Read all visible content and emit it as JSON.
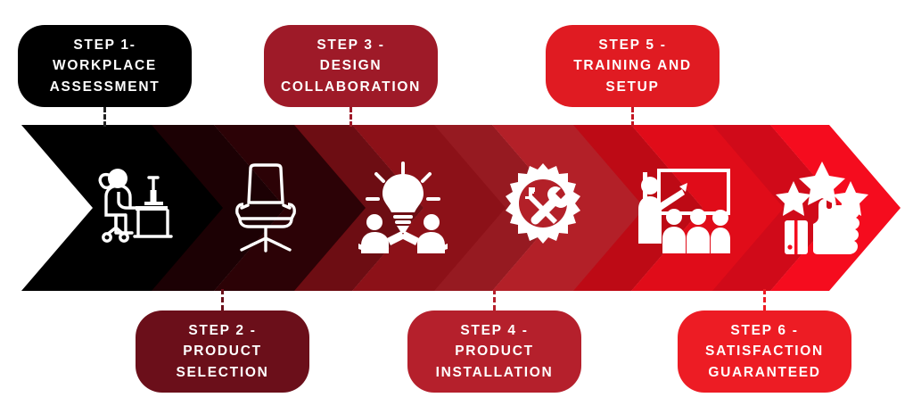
{
  "title": "Six Step Process Arrow Infographic",
  "band": {
    "description": "Six-segment chevron arrow ribbon progressing from black to bright red",
    "segment_colors": [
      "#000000",
      "#2c0206",
      "#8c1118",
      "#b32028",
      "#e00c19",
      "#f50c1e"
    ],
    "shadow_colors": [
      "#000000",
      "#1c0104",
      "#6d0d13",
      "#961a21",
      "#bd0a15",
      "#d00a19"
    ]
  },
  "steps": [
    {
      "number": "1",
      "lines": [
        "STEP 1-",
        "WORKPLACE",
        "ASSESSMENT"
      ],
      "position": "top",
      "badge_color": "#000000",
      "connector_color": "#222222",
      "icon": "person-at-desk-icon",
      "icon_label": "Person working at desk with monitor"
    },
    {
      "number": "2",
      "lines": [
        "STEP 2 -",
        "PRODUCT",
        "SELECTION"
      ],
      "position": "bottom",
      "badge_color": "#6b0f1a",
      "connector_color": "#6b0f1a",
      "icon": "office-chair-icon",
      "icon_label": "Ergonomic office chair"
    },
    {
      "number": "3",
      "lines": [
        "STEP 3 -",
        "DESIGN",
        "COLLABORATION"
      ],
      "position": "top",
      "badge_color": "#9e1a28",
      "connector_color": "#9e1a28",
      "icon": "lightbulb-teamwork-icon",
      "icon_label": "Two people collaborating under a lightbulb"
    },
    {
      "number": "4",
      "lines": [
        "STEP 4 -",
        "PRODUCT",
        "INSTALLATION"
      ],
      "position": "bottom",
      "badge_color": "#b5202c",
      "connector_color": "#b5202c",
      "icon": "gear-tools-icon",
      "icon_label": "Gear with crossed screwdriver and wrench"
    },
    {
      "number": "5",
      "lines": [
        "STEP 5 -",
        "TRAINING AND",
        "SETUP"
      ],
      "position": "top",
      "badge_color": "#e01b22",
      "connector_color": "#c41622",
      "icon": "training-whiteboard-icon",
      "icon_label": "Instructor at whiteboard teaching three seated people"
    },
    {
      "number": "6",
      "lines": [
        "STEP 6 -",
        "SATISFACTION",
        "GUARANTEED"
      ],
      "position": "bottom",
      "badge_color": "#ed1c24",
      "connector_color": "#ed1c24",
      "icon": "thumbs-up-stars-icon",
      "icon_label": "Thumbs up with three stars"
    }
  ]
}
